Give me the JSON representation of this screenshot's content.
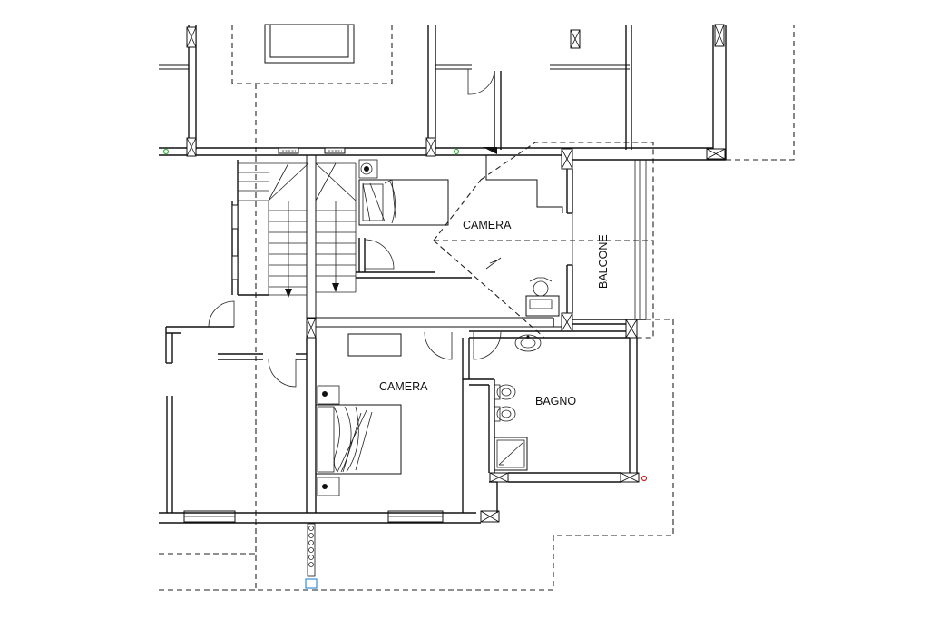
{
  "rooms": {
    "camera_top": "CAMERA",
    "balcone": "BALCONE",
    "camera_bottom": "CAMERA",
    "bagno": "BAGNO"
  },
  "colors": {
    "line": "#111111",
    "marker_green": "#3cb043",
    "marker_red": "#d22222",
    "marker_blue": "#3a8fd6"
  },
  "icons": {
    "stair": "staircase-icon",
    "bed": "bed-icon",
    "desk": "desk-chair-icon",
    "toilet": "toilet-icon",
    "bidet": "bidet-icon",
    "shower": "shower-icon",
    "sink": "sink-icon"
  }
}
